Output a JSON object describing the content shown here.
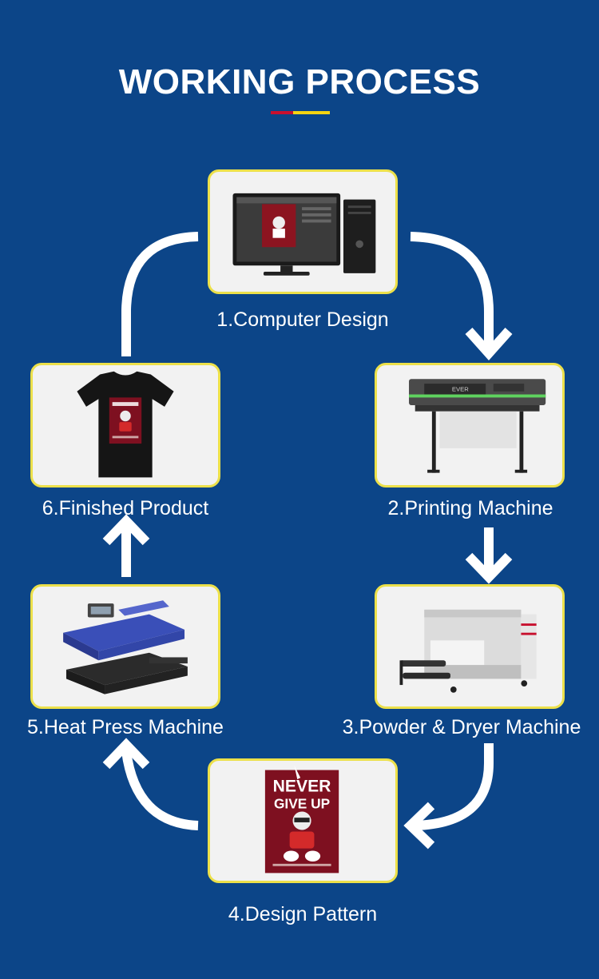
{
  "title": "WORKING PROCESS",
  "accent_colors": {
    "background": "#0c4588",
    "card_border": "#ece04a",
    "underline_red": "#c8102e",
    "underline_yellow": "#f5d311"
  },
  "steps": [
    {
      "label": "1.Computer Design",
      "icon": "computer-design-image"
    },
    {
      "label": "2.Printing Machine",
      "icon": "printer-machine-image"
    },
    {
      "label": "3.Powder & Dryer Machine",
      "icon": "powder-dryer-image"
    },
    {
      "label": "4.Design Pattern",
      "icon": "design-pattern-image"
    },
    {
      "label": "5.Heat Press Machine",
      "icon": "heat-press-image"
    },
    {
      "label": "6.Finished Product",
      "icon": "tshirt-image"
    }
  ],
  "design_text": {
    "line1": "NEVER",
    "line2": "GIVE UP"
  }
}
